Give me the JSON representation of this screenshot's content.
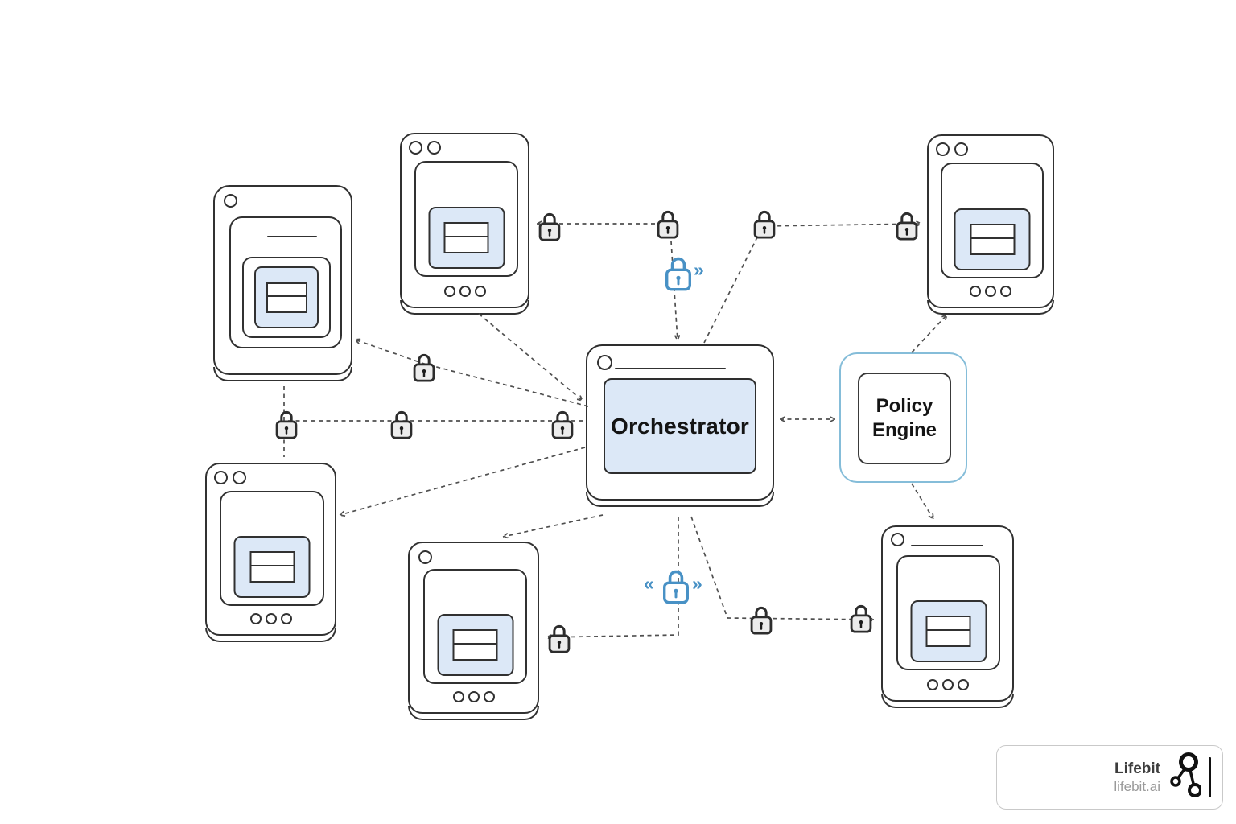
{
  "diagram": {
    "type": "federated-architecture-diagram",
    "orchestrator": {
      "label": "Orchestrator"
    },
    "policy_engine": {
      "line1": "Policy",
      "line2": "Engine"
    },
    "chevron_left": "«",
    "chevron_right": "»",
    "device_nodes": [
      {
        "position": "top-left",
        "window_dots": 1,
        "base_dots": 0,
        "has_title_line": true
      },
      {
        "position": "top-middle",
        "window_dots": 2,
        "base_dots": 3,
        "has_title_line": false
      },
      {
        "position": "top-right",
        "window_dots": 2,
        "base_dots": 3,
        "has_title_line": false
      },
      {
        "position": "bottom-left",
        "window_dots": 2,
        "base_dots": 3,
        "has_title_line": false
      },
      {
        "position": "bottom-middle",
        "window_dots": 1,
        "base_dots": 3,
        "has_title_line": false
      },
      {
        "position": "bottom-right",
        "window_dots": 1,
        "base_dots": 3,
        "has_title_line": true
      }
    ],
    "locks": {
      "gray_lock_count": 11,
      "blue_lock_count": 2,
      "icon": "padlock-icon"
    }
  },
  "branding": {
    "name": "Lifebit",
    "domain": "lifebit.ai",
    "logo_icon": "molecule-network-icon"
  },
  "colors": {
    "background": "#ffffff",
    "node_fill": "#dce8f7",
    "outline": "#313131",
    "policy_engine_border": "#85bdd9",
    "secure_blue": "#4891c5",
    "connector": "#4f4f4f"
  }
}
